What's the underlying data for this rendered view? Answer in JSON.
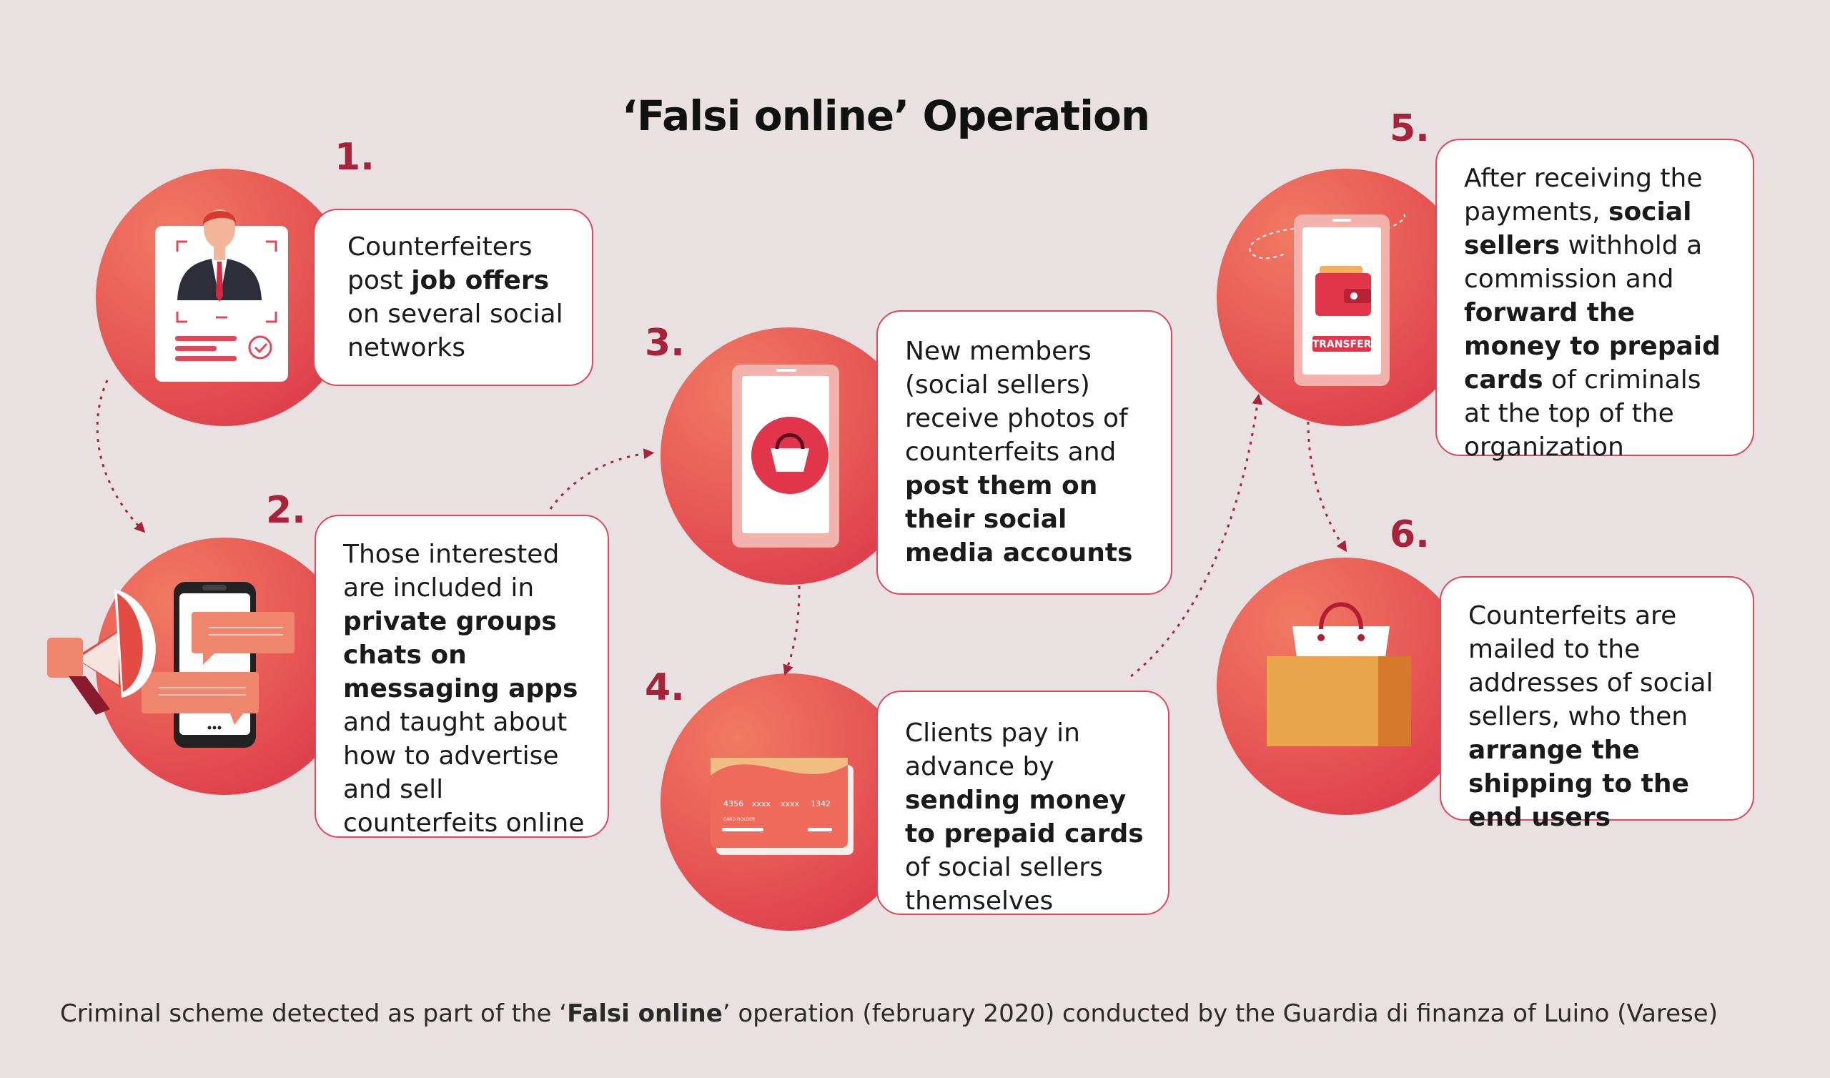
{
  "title": "‘Falsi online’ Operation",
  "steps": [
    {
      "number": "1.",
      "parts": [
        [
          "Counterfeiters post ",
          false
        ],
        [
          "job offers",
          true
        ],
        [
          " on several social networks",
          false
        ]
      ]
    },
    {
      "number": "2.",
      "parts": [
        [
          "Those interested are included in ",
          false
        ],
        [
          "private groups chats on messaging apps",
          true
        ],
        [
          " and taught about how to advertise and sell counterfeits online",
          false
        ]
      ]
    },
    {
      "number": "3.",
      "parts": [
        [
          "New members (social sellers) receive photos of counterfeits and ",
          false
        ],
        [
          "post them on their social media accounts",
          true
        ]
      ]
    },
    {
      "number": "4.",
      "parts": [
        [
          "Clients pay in advance by ",
          false
        ],
        [
          "sending money to prepaid cards",
          true
        ],
        [
          " of social sellers themselves",
          false
        ]
      ]
    },
    {
      "number": "5.",
      "parts": [
        [
          "After receiving the payments, ",
          false
        ],
        [
          "social sellers",
          true
        ],
        [
          " withhold a commission and ",
          false
        ],
        [
          "forward the money to prepaid cards",
          true
        ],
        [
          " of criminals at the top of the organization",
          false
        ]
      ]
    },
    {
      "number": "6.",
      "parts": [
        [
          "Counterfeits are mailed to the addresses of social sellers, who then ",
          false
        ],
        [
          "arrange the shipping to the end users",
          true
        ]
      ]
    }
  ],
  "illustrations": {
    "card_number": [
      "4356",
      "xxxx",
      "xxxx",
      "1342"
    ],
    "card_holder": "CARD HOLDER",
    "transfer_label": "TRANSFER"
  },
  "footer": {
    "before": "Criminal scheme detected as part of the ‘",
    "bold": "Falsi online",
    "after": "’ operation (february 2020) conducted by the Guardia di finanza of Luino (Varese)"
  },
  "colors": {
    "accent": "#a8233a",
    "circle": "#e85a55",
    "border": "#e0485a",
    "background": "#e9e1e1"
  }
}
